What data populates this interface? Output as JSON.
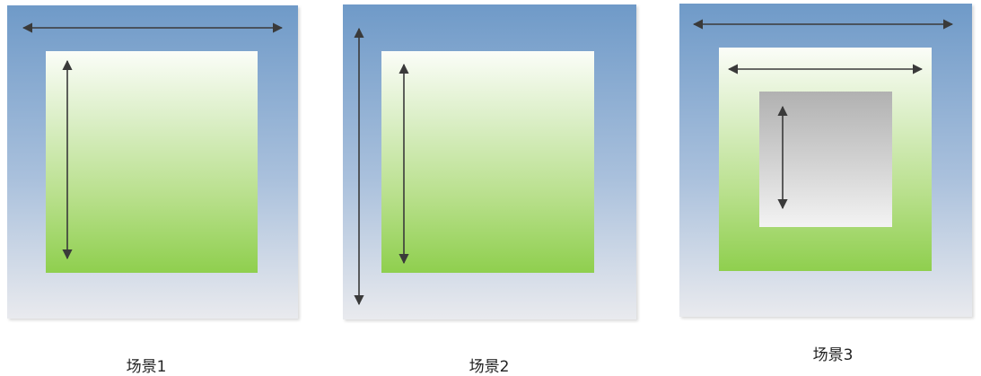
{
  "scenes": [
    {
      "caption": "场景1"
    },
    {
      "caption": "场景2"
    },
    {
      "caption": "场景3"
    }
  ],
  "colors": {
    "outer_top": "#6f9ac8",
    "outer_bottom": "#e9eaee",
    "inner_green_top": "#fbfdf8",
    "inner_green_bottom": "#8fcf4e",
    "inner_gray_top": "#b1b1b1",
    "inner_gray_bottom": "#f3f3f3",
    "arrow": "#3a3a3a"
  },
  "icons": [
    "double-arrow-horizontal-icon",
    "double-arrow-vertical-icon"
  ]
}
